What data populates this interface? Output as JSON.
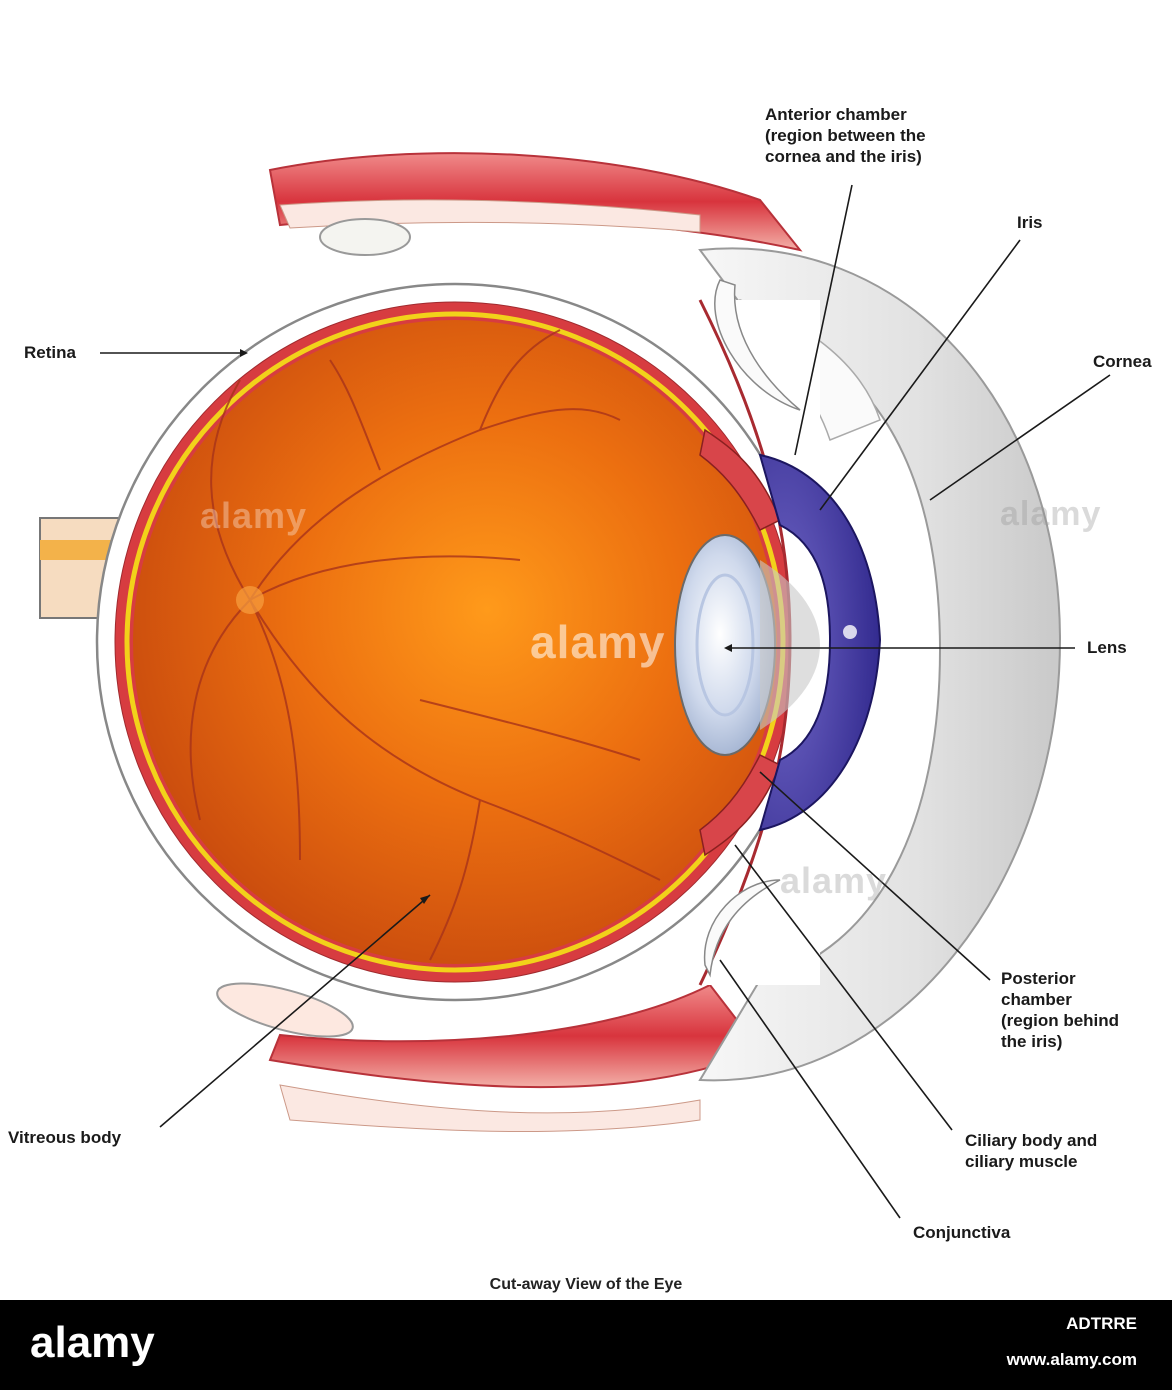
{
  "labels": {
    "anterior_chamber": "Anterior chamber\n(region between the\ncornea and the iris)",
    "iris": "Iris",
    "cornea": "Cornea",
    "retina": "Retina",
    "lens": "Lens",
    "posterior_chamber": "Posterior\nchamber\n(region behind\nthe iris)",
    "ciliary": "Ciliary body and\nciliary muscle",
    "conjunctiva": "Conjunctiva",
    "vitreous": "Vitreous body"
  },
  "caption": "Cut-away View of the Eye",
  "watermark": "alamy",
  "footer": {
    "brand": "alamy",
    "image_id": "ADTRRE",
    "url": "www.alamy.com"
  },
  "colors": {
    "vitreous": "#e8620e",
    "retina_line": "#f2d21a",
    "choroid": "#c8333a",
    "iris": "#3a2fa0",
    "muscle": "#d8454a",
    "cornea": "#e4e4e4"
  }
}
